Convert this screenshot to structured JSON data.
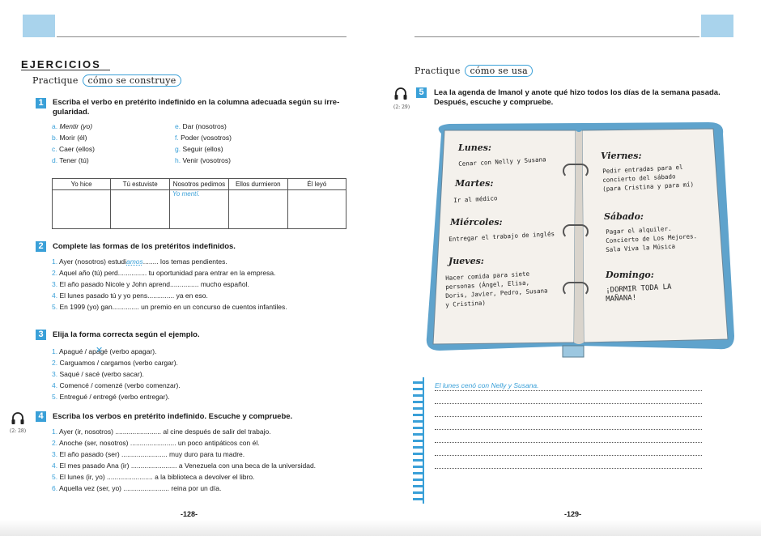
{
  "left": {
    "section_title": "EJERCICIOS",
    "practique_word": "Practique",
    "practique_oval": "cómo se construye",
    "ex1": {
      "num": "1",
      "instruction_l1": "Escriba el verbo en pretérito indefinido en la columna adecuada según su irre-",
      "instruction_l2": "gularidad.",
      "items_left": [
        {
          "letter": "a.",
          "text": "Mentir (yo)"
        },
        {
          "letter": "b.",
          "text": "Morir (él)"
        },
        {
          "letter": "c.",
          "text": "Caer (ellos)"
        },
        {
          "letter": "d.",
          "text": "Tener (tú)"
        }
      ],
      "items_right": [
        {
          "letter": "e.",
          "text": "Dar (nosotros)"
        },
        {
          "letter": "f.",
          "text": "Poder (vosotros)"
        },
        {
          "letter": "g.",
          "text": "Seguir (ellos)"
        },
        {
          "letter": "h.",
          "text": "Venir (vosotros)"
        }
      ],
      "table_headers": [
        "Yo hice",
        "Tú estuviste",
        "Nosotros pedimos",
        "Ellos durmieron",
        "Él leyó"
      ],
      "table_answer": "Yo mentí."
    },
    "ex2": {
      "num": "2",
      "instruction": "Complete las formas de los pretéritos indefinidos.",
      "items": [
        {
          "n": "1.",
          "pre": "Ayer (nosotros) estudi",
          "fill": "amos",
          "post": "........ los temas pendientes."
        },
        {
          "n": "2.",
          "pre": "Aquel año (tú) perd",
          "fill": "",
          "post": "............... tu oportunidad para entrar en la empresa."
        },
        {
          "n": "3.",
          "pre": "El año pasado Nicole y John aprend",
          "fill": "",
          "post": "............... mucho español."
        },
        {
          "n": "4.",
          "pre": "El lunes pasado tú y yo pens",
          "fill": "",
          "post": ".............. ya en eso."
        },
        {
          "n": "5.",
          "pre": "En 1999 (yo) gan",
          "fill": "",
          "post": ".............. un premio en un concurso de cuentos infantiles."
        }
      ]
    },
    "ex3": {
      "num": "3",
      "instruction": "Elija la forma correcta según el ejemplo.",
      "items": [
        {
          "n": "1.",
          "text": "Apagué / apagé (verbo apagar)."
        },
        {
          "n": "2.",
          "text": "Carguamos / cargamos (verbo cargar)."
        },
        {
          "n": "3.",
          "text": "Saqué / sacé (verbo sacar)."
        },
        {
          "n": "4.",
          "text": "Comencé / comenzé (verbo comenzar)."
        },
        {
          "n": "5.",
          "text": "Entregué / entregé (verbo entregar)."
        }
      ]
    },
    "ex4": {
      "num": "4",
      "audio_ref": "(2: 28)",
      "instruction": "Escriba los verbos en pretérito indefinido. Escuche y compruebe.",
      "items": [
        {
          "n": "1.",
          "text": "Ayer (ir, nosotros) ........................ al cine después de salir del trabajo."
        },
        {
          "n": "2.",
          "text": "Anoche (ser, nosotros) ........................ un poco antipáticos con él."
        },
        {
          "n": "3.",
          "text": "El año pasado (ser) ........................ muy duro para tu madre."
        },
        {
          "n": "4.",
          "text": "El mes pasado Ana (ir) ........................ a Venezuela con una beca de la universidad."
        },
        {
          "n": "5.",
          "text": "El lunes (ir, yo) ........................ a la biblioteca a devolver el libro."
        },
        {
          "n": "6.",
          "text": "Aquella vez (ser, yo) ........................ reina por un día."
        }
      ]
    },
    "page_number": "-128-"
  },
  "right": {
    "practique_word": "Practique",
    "practique_oval": "cómo se usa",
    "ex5": {
      "num": "5",
      "audio_ref": "(2: 29)",
      "instruction_l1": "Lea la agenda de Imanol y anote qué hizo todos los días de la semana pasada.",
      "instruction_l2": "Después, escuche y compruebe."
    },
    "agenda": {
      "lunes_day": "Lunes:",
      "lunes_text": "Cenar con Nelly y Susana",
      "martes_day": "Martes:",
      "martes_text": "Ir al médico",
      "miercoles_day": "Miércoles:",
      "miercoles_text": "Entregar el trabajo de inglés",
      "jueves_day": "Jueves:",
      "jueves_l1": "Hacer comida para siete",
      "jueves_l2": "personas (Ángel, Elisa,",
      "jueves_l3": "Doris, Javier, Pedro, Susana",
      "jueves_l4": "y Cristina)",
      "viernes_day": "Viernes:",
      "viernes_l1": "Pedir entradas para el",
      "viernes_l2": "concierto del sábado",
      "viernes_l3": "(para Cristina y para mí)",
      "sabado_day": "Sábado:",
      "sabado_l1": "Pagar el alquiler.",
      "sabado_l2": "Concierto de Los Mejores.",
      "sabado_l3": "Sala Viva la Música",
      "domingo_day": "Domingo:",
      "domingo_l1": "¡DORMIR TODA LA",
      "domingo_l2": "MAÑANA!"
    },
    "notebook_first_line": "El lunes cenó con Nelly y Susana.",
    "page_number": "-129-"
  }
}
